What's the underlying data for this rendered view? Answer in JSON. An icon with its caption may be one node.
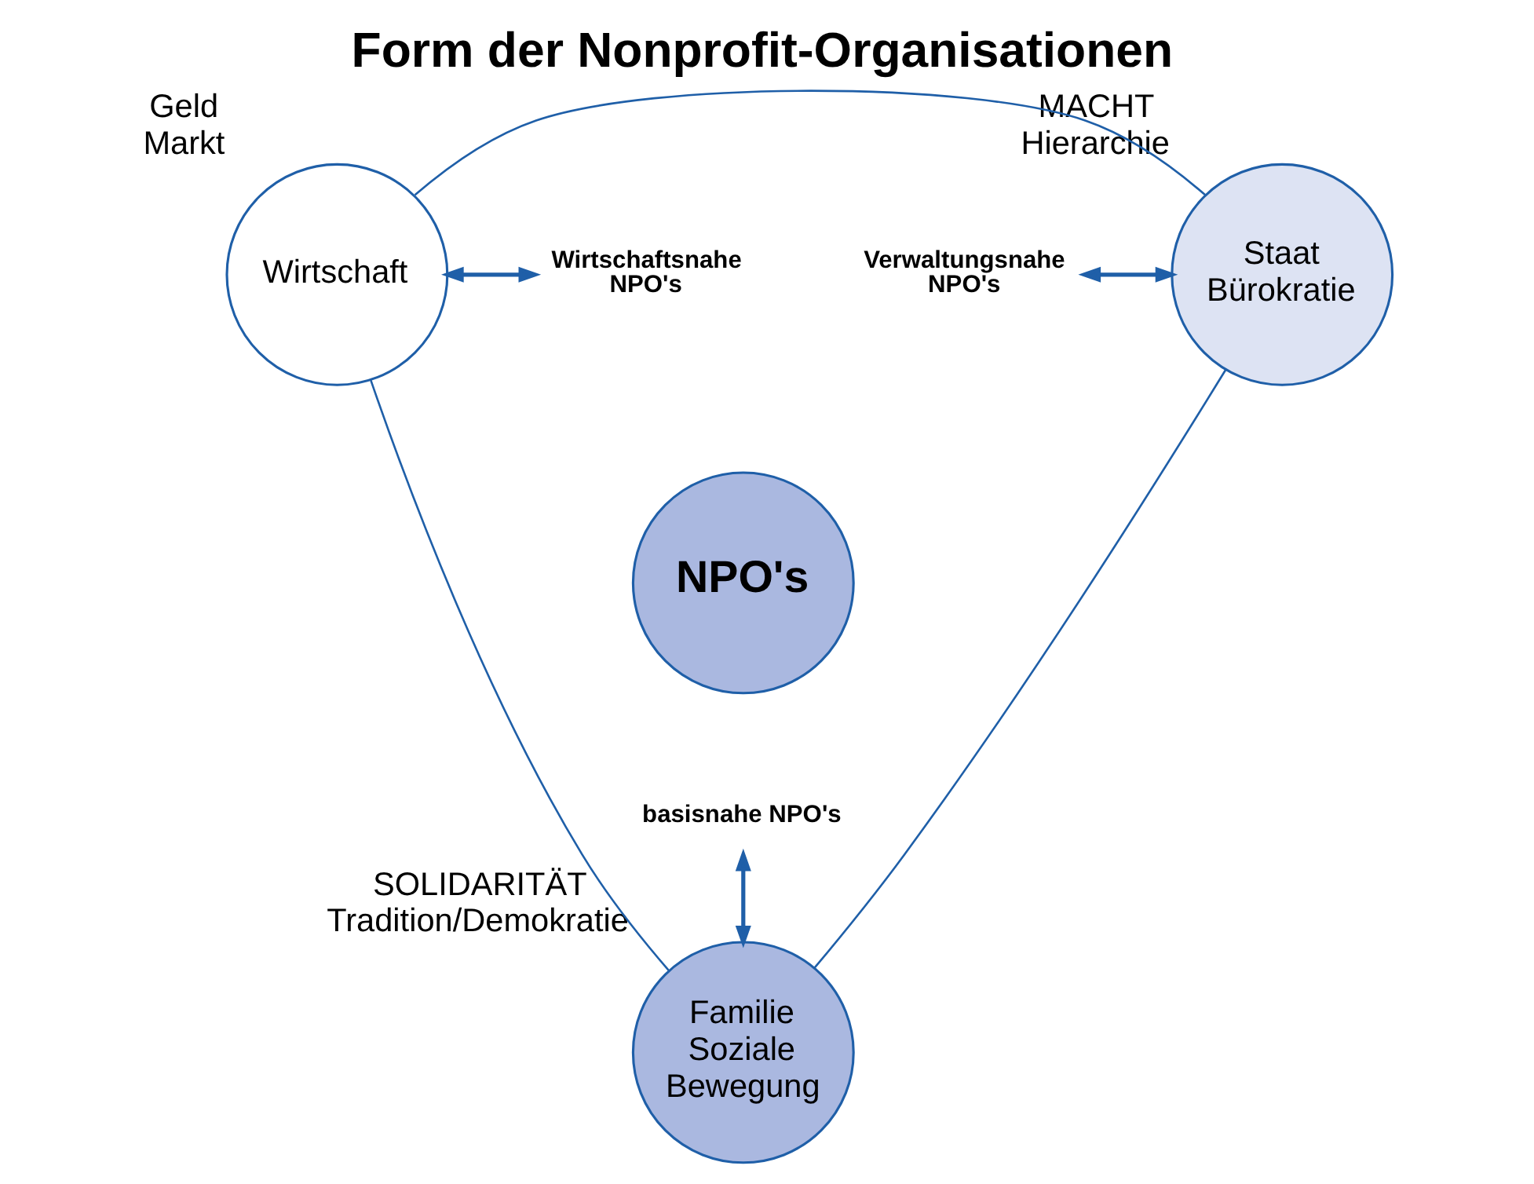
{
  "diagram": {
    "title": "Form der Nonprofit-Organisationen",
    "nodes": [
      {
        "text": [
          "Wirtschaft"
        ],
        "beside": [
          "Geld Markt"
        ]
      },
      {
        "text": [
          "Wirtschaftsnahe NPO's"
        ]
      },
      {
        "text": [
          "Verwaltungsnahe NPO's"
        ]
      },
      {
        "text": [
          "Staat Bürokratie"
        ],
        "beside": [
          "MACHT Hierarchie"
        ]
      },
      {
        "text": [
          "NPO's"
        ]
      },
      {
        "text": [
          "basisnahe NPO's"
        ]
      },
      {
        "text": [
          "Familie Soziale Bewegung"
        ],
        "beside": [
          "SOLIDARITÄT Tradition/Demokratie"
        ]
      }
    ],
    "edges": [
      {
        "from": 0,
        "to": 3,
        "arrow": "none"
      },
      {
        "from": 0,
        "to": 6,
        "arrow": "none"
      },
      {
        "from": 3,
        "to": 6,
        "arrow": "none"
      },
      {
        "from": 0,
        "to": 1,
        "arrow": "both"
      },
      {
        "from": 2,
        "to": 3,
        "arrow": "both"
      },
      {
        "from": 5,
        "to": 6,
        "arrow": "both"
      }
    ]
  }
}
